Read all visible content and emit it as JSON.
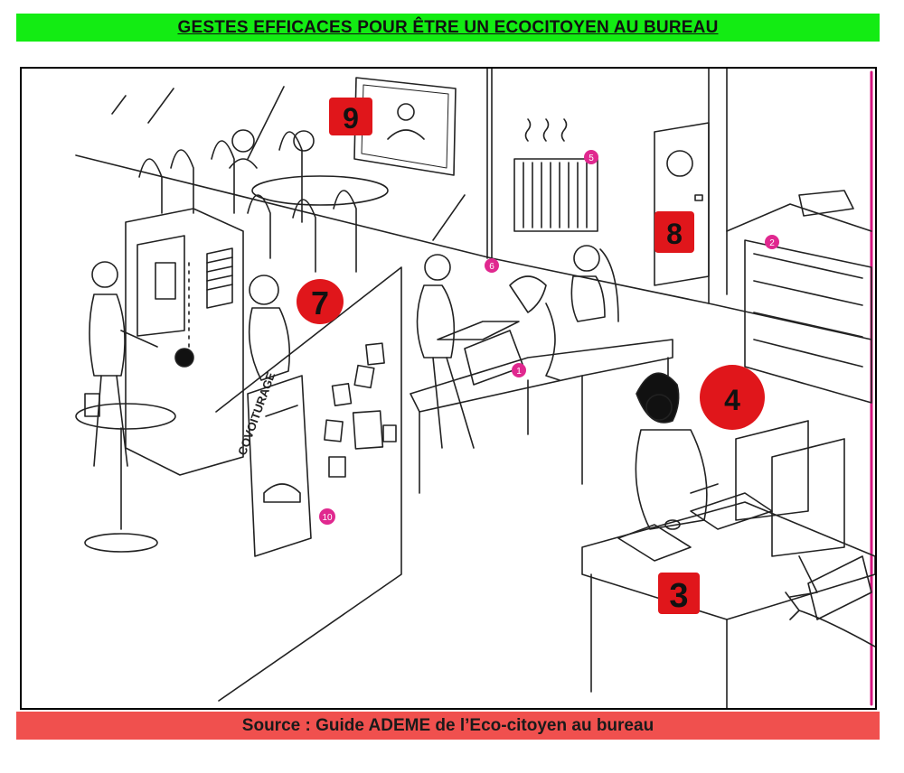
{
  "header": {
    "title": "GESTES EFFICACES POUR ÊTRE UN ECOCITOYEN AU BUREAU"
  },
  "footer": {
    "source": "Source : Guide ADEME de l’Eco-citoyen au bureau"
  },
  "illustration": {
    "poster_text": "COVOITURAGE",
    "markers": [
      {
        "id": "marker-1",
        "label": "1",
        "style": "pink-dot"
      },
      {
        "id": "marker-2",
        "label": "2",
        "style": "pink-dot"
      },
      {
        "id": "marker-3",
        "label": "3",
        "style": "red-scribble"
      },
      {
        "id": "marker-4",
        "label": "4",
        "style": "red-circle"
      },
      {
        "id": "marker-5",
        "label": "5",
        "style": "pink-dot"
      },
      {
        "id": "marker-6",
        "label": "6",
        "style": "pink-dot"
      },
      {
        "id": "marker-7",
        "label": "7",
        "style": "red-scribble"
      },
      {
        "id": "marker-8",
        "label": "8",
        "style": "red-scribble"
      },
      {
        "id": "marker-9",
        "label": "9",
        "style": "red-scribble"
      },
      {
        "id": "marker-10",
        "label": "10",
        "style": "pink-dot"
      }
    ]
  },
  "colors": {
    "title_bg": "#13ec13",
    "footer_bg": "#f0504e",
    "marker_pink": "#e0288f",
    "marker_red": "#e0161b"
  }
}
